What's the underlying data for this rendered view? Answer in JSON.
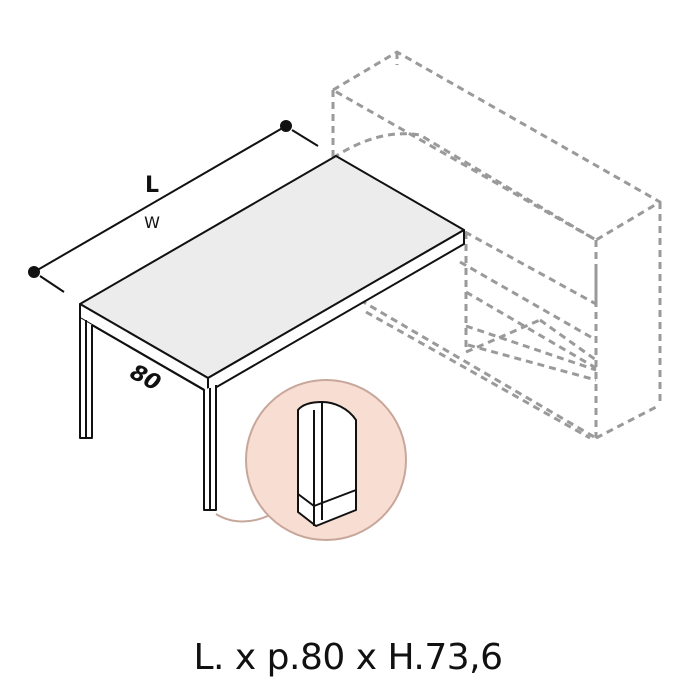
{
  "labels": {
    "length": "L",
    "width": "W",
    "depth": "80"
  },
  "caption": "L. x p.80 x H.73,6",
  "colors": {
    "line": "#111111",
    "desktop": "#ececec",
    "dashed": "#999999",
    "detail_bg": "#f8ddd3",
    "detail_border": "#c8a79b"
  },
  "icons": {
    "desk": "desk-drawing",
    "cabinet": "dashed-cabinet-outline",
    "detail": "leg-foot-detail-magnifier"
  }
}
